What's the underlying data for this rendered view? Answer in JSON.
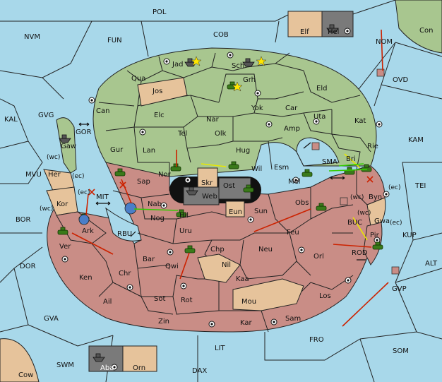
{
  "board": {
    "sea_regions": [
      "POL",
      "NVM",
      "FUN",
      "COB",
      "NOM",
      "Con",
      "KAL",
      "GVG",
      "OVD",
      "KAM",
      "GOR",
      "MVU",
      "BOR",
      "MIT",
      "RBU",
      "SMA",
      "TEI",
      "BUC",
      "KUP",
      "ALT",
      "ROD",
      "GVP",
      "DOR",
      "GVA",
      "FRO",
      "SOM",
      "LIT",
      "SWM",
      "DAX",
      "Cow"
    ],
    "north_territories": [
      "Jad",
      "Sch",
      "Qua",
      "Jos",
      "Grh",
      "Eld",
      "Can",
      "Yok",
      "Car",
      "Elc",
      "Nar",
      "Uta",
      "Kat",
      "Tel",
      "Olk",
      "Amp",
      "Gur",
      "Lan",
      "Hug",
      "Rie",
      "Gaw",
      "Nor",
      "Wil",
      "Esm",
      "Bri",
      "Sap",
      "Skr",
      "Mel"
    ],
    "south_territories": [
      "Ost",
      "Web",
      "Eun",
      "Her",
      "Kor",
      "Nab",
      "Nog",
      "Sun",
      "Obs",
      "Byn",
      "Ark",
      "Hil",
      "Uru",
      "Feu",
      "Gwa",
      "Ver",
      "Chp",
      "Neu",
      "Pir",
      "Bar",
      "Qwi",
      "Nil",
      "Orl",
      "Ken",
      "Chr",
      "Kaa",
      "Ail",
      "Sot",
      "Rot",
      "Mou",
      "Los",
      "Zin",
      "Kar",
      "Sam"
    ],
    "home_boxes": [
      "Elf",
      "Hel",
      "Aba",
      "Orn"
    ],
    "coast_labels": [
      "(wc)",
      "(ec)",
      "(ec)",
      "(wc)",
      "(wc)",
      "(ec)",
      "(ec)",
      "(wc)"
    ],
    "colors": {
      "sea": "#a8d8ea",
      "north": "#a8c68f",
      "south": "#c98d86",
      "neutral": "#e6c39b",
      "grey": "#7a7a7a",
      "order_move": "#cc2200",
      "order_support_yellow": "#e8e800",
      "order_support_green": "#33cc00"
    },
    "unit_icons": [
      "army-icon",
      "fleet-icon",
      "star-icon",
      "globe-icon"
    ]
  }
}
